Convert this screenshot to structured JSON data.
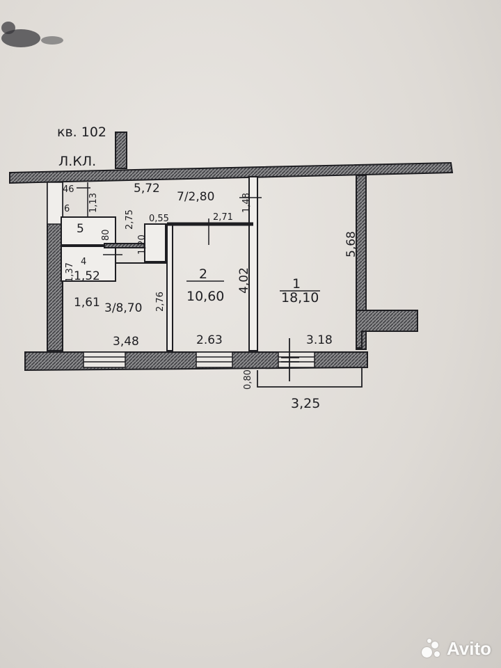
{
  "header": {
    "apartment": "кв. 102",
    "sheet": "Л.КЛ."
  },
  "rooms": [
    {
      "number": "1",
      "area": "18,10"
    },
    {
      "number": "2",
      "area": "10,60"
    },
    {
      "number": "3",
      "area": "8,70"
    },
    {
      "number": "4",
      "area": "1,52"
    },
    {
      "number": "5",
      "area": ""
    },
    {
      "number": "6",
      "area": ""
    },
    {
      "number": "7",
      "area": "2,80"
    }
  ],
  "labels": {
    "room1": "18,10",
    "room1_num": "1",
    "room2": "10,60",
    "room2_num": "2",
    "room3": "3/8,70",
    "room4_num": "4",
    "room4_area": "1,52",
    "room5_num": "5",
    "room6_num": "6",
    "room7": "7/2,80"
  },
  "dimensions": {
    "d_572": "5,72",
    "d_148": "1,48",
    "d_568": "5,68",
    "d_271": "2,71",
    "d_402": "4,02",
    "d_275": "2,75",
    "d_055": "0,55",
    "d_120": "1,20",
    "d_276": "2,76",
    "d_161": "1,61",
    "d_137": "1,37",
    "d_348": "3,48",
    "d_263": "2.63",
    "d_318": "3.18",
    "d_325": "3,25",
    "d_080": "0,80",
    "d_080b": "80",
    "d_113": "1,13",
    "d_046": "46"
  },
  "watermark": {
    "text": "Avito"
  }
}
